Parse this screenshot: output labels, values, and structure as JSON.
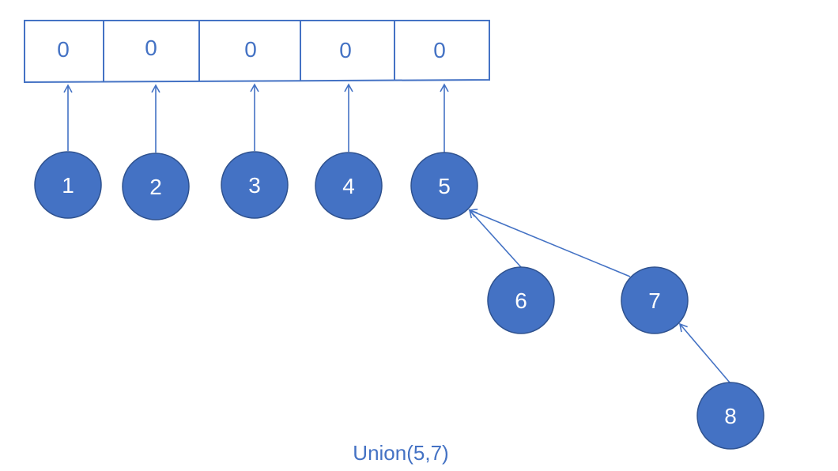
{
  "colors": {
    "accent": "#4472c4",
    "node_fill": "#4472c4",
    "node_stroke": "#2f528f",
    "node_text": "#ffffff",
    "background": "#ffffff"
  },
  "array": {
    "cells": [
      "0",
      "0",
      "0",
      "0",
      "0"
    ]
  },
  "nodes": [
    {
      "label": "1"
    },
    {
      "label": "2"
    },
    {
      "label": "3"
    },
    {
      "label": "4"
    },
    {
      "label": "5"
    },
    {
      "label": "6"
    },
    {
      "label": "7"
    },
    {
      "label": "8"
    }
  ],
  "edges": [
    {
      "from": "1",
      "to": "array.0"
    },
    {
      "from": "2",
      "to": "array.1"
    },
    {
      "from": "3",
      "to": "array.2"
    },
    {
      "from": "4",
      "to": "array.3"
    },
    {
      "from": "5",
      "to": "array.4"
    },
    {
      "from": "6",
      "to": "5"
    },
    {
      "from": "7",
      "to": "5"
    },
    {
      "from": "8",
      "to": "7"
    }
  ],
  "caption": "Union(5,7)"
}
